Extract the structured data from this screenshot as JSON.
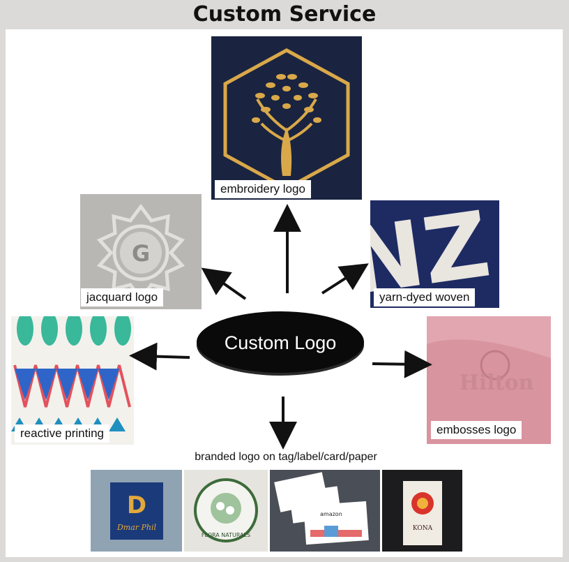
{
  "title": "Custom Service",
  "center": {
    "label": "Custom Logo"
  },
  "captions": {
    "embroidery": "embroidery logo",
    "jacquard": "jacquard logo",
    "yarn_dyed": "yarn-dyed woven",
    "reactive": "reactive printing",
    "embossed": "embosses logo",
    "branded": "branded logo on tag/label/card/paper"
  },
  "photo_text": {
    "jacquard_letter": "G",
    "yarn_letters": "NZ",
    "embossed_brand": "Hilton",
    "tag1_monogram": "D",
    "tag1_brand": "Dmar Phil",
    "tag2_brand": "FLORA NATURALS",
    "tag3_brand": "amazon",
    "tag4_brand": "KONA"
  },
  "colors": {
    "navy": "#1a2440",
    "gold": "#d9a84a",
    "pink": "#e2a6b0",
    "grey_towel": "#b9b7b4",
    "ellipse": "#0a0a0a"
  }
}
